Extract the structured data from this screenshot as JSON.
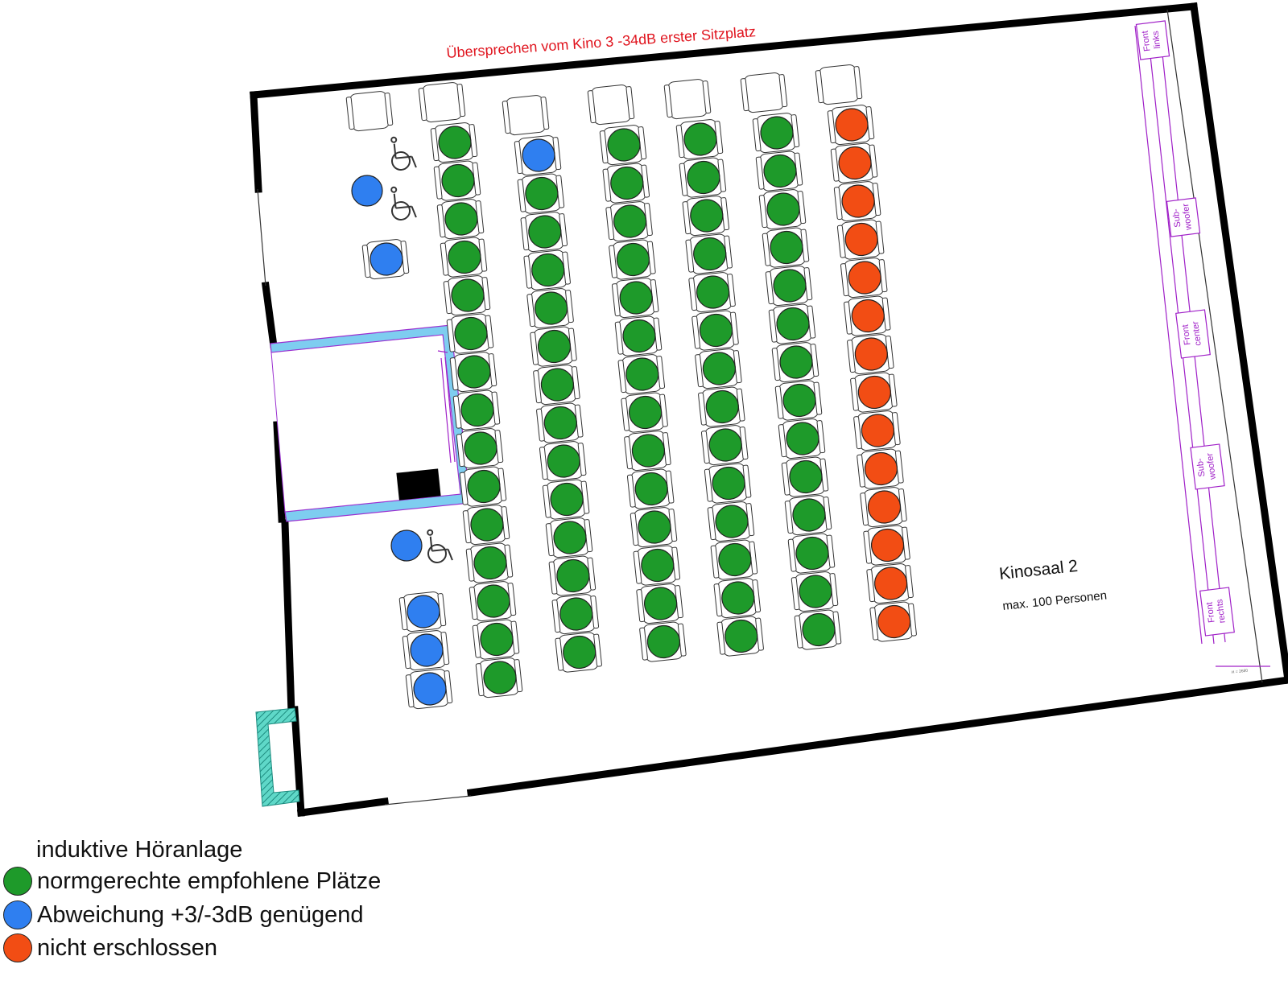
{
  "header": {
    "crosstalk_note": "Übersprechen vom Kino 3 -34dB erster Sitzplatz"
  },
  "room": {
    "name": "Kinosaal 2",
    "capacity": "max. 100 Personen",
    "small_mark": "H = 2680"
  },
  "speakers": {
    "front_left": [
      "Front",
      "links"
    ],
    "sub_top": [
      "Sub-",
      "woofer"
    ],
    "front_center": [
      "Front",
      "center"
    ],
    "sub_bottom": [
      "Sub-",
      "woofer"
    ],
    "front_right": [
      "Front",
      "rechts"
    ]
  },
  "legend": {
    "title": "induktive Höranlage",
    "items": [
      {
        "key": "recommended",
        "label": "normgerechte empfohlene Plätze",
        "color": "#1e9a2a"
      },
      {
        "key": "deviation",
        "label": "Abweichung +3/-3dB genügend",
        "color": "#2f7ff0"
      },
      {
        "key": "not_covered",
        "label": "nicht erschlossen",
        "color": "#f24d14"
      }
    ]
  },
  "colors": {
    "recommended": "#1e9a2a",
    "deviation": "#2f7ff0",
    "not_covered": "#f24d14",
    "wall": "#000000",
    "booth": "#7ecdf0",
    "speaker_line": "#a020c8",
    "note_red": "#e0141e"
  },
  "seating": {
    "columns": [
      {
        "empty_seats_front": 1,
        "seats": [
          "recommended",
          "recommended",
          "recommended",
          "recommended",
          "recommended",
          "recommended",
          "recommended",
          "recommended",
          "recommended",
          "recommended",
          "recommended",
          "recommended",
          "recommended",
          "recommended",
          "recommended"
        ]
      },
      {
        "empty_seats_front": 1,
        "seats": [
          "deviation",
          "recommended",
          "recommended",
          "recommended",
          "recommended",
          "recommended",
          "recommended",
          "recommended",
          "recommended",
          "recommended",
          "recommended",
          "recommended",
          "recommended",
          "recommended"
        ]
      },
      {
        "empty_seats_front": 1,
        "seats": [
          "recommended",
          "recommended",
          "recommended",
          "recommended",
          "recommended",
          "recommended",
          "recommended",
          "recommended",
          "recommended",
          "recommended",
          "recommended",
          "recommended",
          "recommended",
          "recommended"
        ]
      },
      {
        "empty_seats_front": 1,
        "seats": [
          "recommended",
          "recommended",
          "recommended",
          "recommended",
          "recommended",
          "recommended",
          "recommended",
          "recommended",
          "recommended",
          "recommended",
          "recommended",
          "recommended",
          "recommended",
          "recommended"
        ]
      },
      {
        "empty_seats_front": 1,
        "seats": [
          "recommended",
          "recommended",
          "recommended",
          "recommended",
          "recommended",
          "recommended",
          "recommended",
          "recommended",
          "recommended",
          "recommended",
          "recommended",
          "recommended",
          "recommended",
          "recommended"
        ]
      },
      {
        "empty_seats_front": 1,
        "seats": [
          "not_covered",
          "not_covered",
          "not_covered",
          "not_covered",
          "not_covered",
          "not_covered",
          "not_covered",
          "not_covered",
          "not_covered",
          "not_covered",
          "not_covered",
          "not_covered",
          "not_covered",
          "not_covered"
        ]
      }
    ],
    "wheelchair_upper": {
      "empty_seats": 1,
      "blue_spots": 1,
      "blue_seats": 1,
      "wheelchair_symbols": 2
    },
    "wheelchair_lower": {
      "blue_spots": 1,
      "wheelchair_symbols": 1,
      "blue_seats": 3
    }
  }
}
